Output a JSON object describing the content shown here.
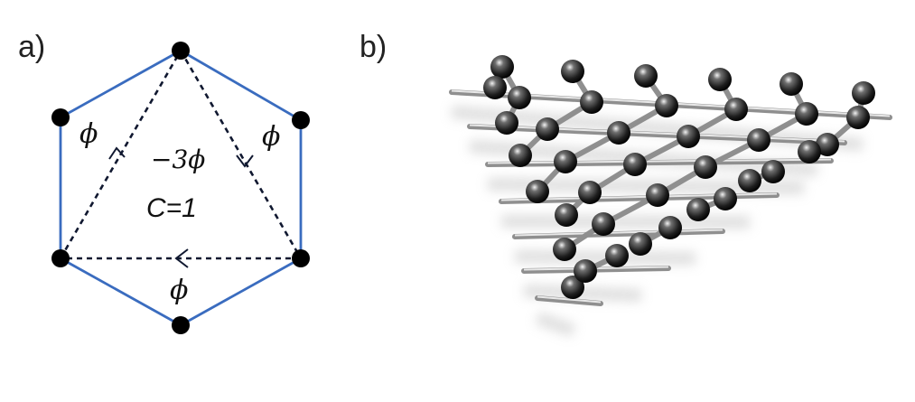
{
  "panel_a": {
    "label": "a)",
    "flux_left": "ϕ",
    "flux_right": "ϕ",
    "flux_bottom": "ϕ",
    "flux_center": "−3ϕ",
    "chern": "C=1",
    "colors": {
      "hexagon": "#3a6cbf",
      "bonds": "#101830",
      "sites": "#000000"
    }
  },
  "panel_b": {
    "label": "b)",
    "colors": {
      "atom": "#2b2b2b",
      "bond": "#9a9a9a",
      "shadow": "#d8d8d8"
    }
  }
}
